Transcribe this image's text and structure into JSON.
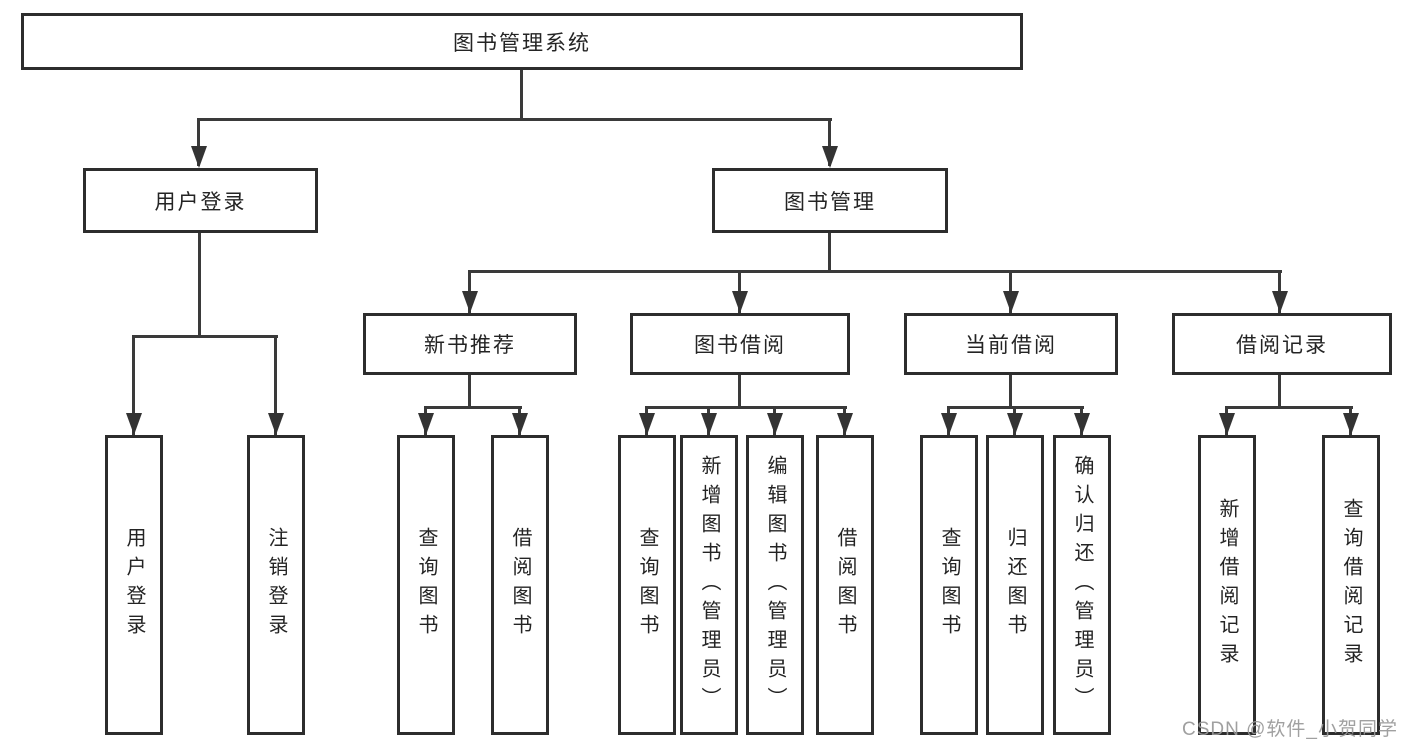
{
  "diagram": {
    "type": "hierarchy-tree",
    "title": "图书管理系统",
    "colors": {
      "line": "#3a3a3a",
      "box_border": "#2d2d2d",
      "text": "#242424",
      "background": "#ffffff",
      "watermark": "#989898"
    },
    "branches": [
      {
        "label": "用户登录",
        "children": [
          {
            "label": "用户登录"
          },
          {
            "label": "注销登录"
          }
        ]
      },
      {
        "label": "图书管理",
        "children": [
          {
            "label": "新书推荐",
            "children": [
              {
                "label": "查询图书"
              },
              {
                "label": "借阅图书"
              }
            ]
          },
          {
            "label": "图书借阅",
            "children": [
              {
                "label": "查询图书"
              },
              {
                "label": "新增图书（管理员）"
              },
              {
                "label": "编辑图书（管理员）"
              },
              {
                "label": "借阅图书"
              }
            ]
          },
          {
            "label": "当前借阅",
            "children": [
              {
                "label": "查询图书"
              },
              {
                "label": "归还图书"
              },
              {
                "label": "确认归还（管理员）"
              }
            ]
          },
          {
            "label": "借阅记录",
            "children": [
              {
                "label": "新增借阅记录"
              },
              {
                "label": "查询借阅记录"
              }
            ]
          }
        ]
      }
    ]
  },
  "watermark": {
    "text": "CSDN @软件_小贺同学"
  }
}
